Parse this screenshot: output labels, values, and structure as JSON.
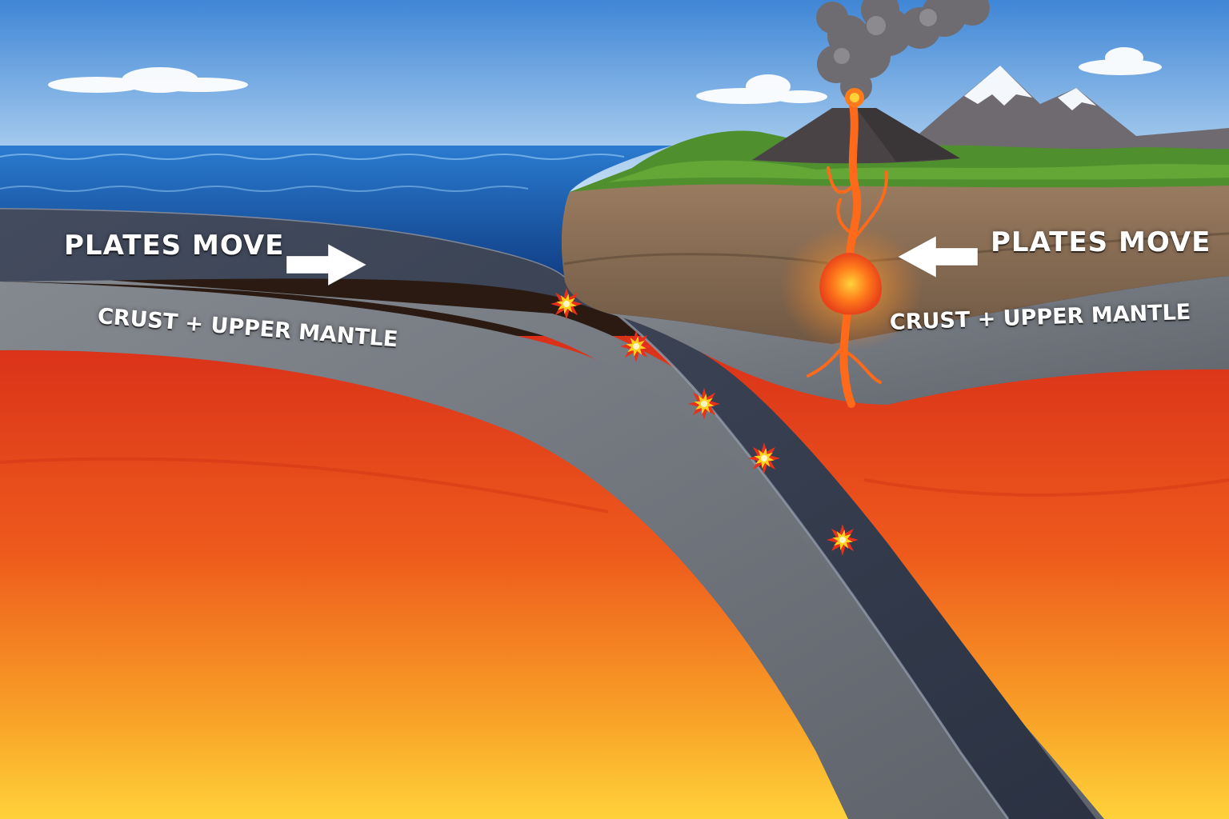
{
  "labels": {
    "oceanic_motion": "PLATES MOVE",
    "continental_motion": "PLATES MOVE",
    "oceanic_layer": "CRUST + UPPER MANTLE",
    "continental_layer": "CRUST + UPPER MANTLE"
  },
  "arrows": {
    "left": {
      "direction": "right",
      "color": "#ffffff"
    },
    "right": {
      "direction": "left",
      "color": "#ffffff"
    }
  },
  "earthquake_markers": {
    "count": 5,
    "icon": "earthquake-burst-icon",
    "color": "#ffd21f"
  },
  "colors": {
    "sky_top": "#4a90d9",
    "sky_bottom": "#cfe6f7",
    "ocean": "#1c5fb0",
    "oceanic_plate": "#3a4354",
    "lithosphere_gray": "#7a7e86",
    "continental_crust": "#8a6e55",
    "mantle_hot": "#e8471a",
    "mantle_glow": "#ffcc33",
    "magma": "#ff6a1a",
    "snow": "#f4f7fb",
    "vegetation": "#4f8f2e"
  }
}
